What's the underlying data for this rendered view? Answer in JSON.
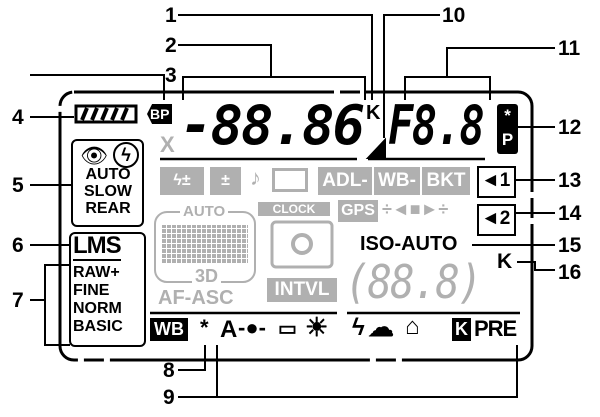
{
  "callouts": [
    "1",
    "2",
    "3",
    "4",
    "5",
    "6",
    "7",
    "8",
    "9",
    "10",
    "11",
    "12",
    "13",
    "14",
    "15",
    "16"
  ],
  "lcd": {
    "bp": "BP",
    "x": "X",
    "shutter": "-88.86",
    "k_top": "K",
    "aperture": "F8.8",
    "program": "P",
    "program_star": "*",
    "flash_modes": [
      "AUTO",
      "SLOW",
      "REAR"
    ],
    "lms": "LMS",
    "quality": [
      "RAW+",
      "FINE",
      "NORM",
      "BASIC"
    ],
    "adl": "ADL-",
    "wb_bkt": "WB-",
    "bkt": "BKT",
    "bracket1": "◄1",
    "bracket2": "◄2",
    "clock": "CLOCK",
    "gps": "GPS",
    "gps_bar": "÷◄■►÷",
    "af_auto": "AUTO",
    "af_3d": "3D",
    "af_asc": "AF-ASC",
    "intvl": "INTVL",
    "iso_auto": "ISO-AUTO",
    "counter": "(88.8)",
    "k_counter": "K",
    "wb": "WB",
    "wb_star": "*",
    "wb_auto": "A",
    "wb_k": "K",
    "wb_pre": "PRE",
    "gray": "#b0b0b0"
  }
}
